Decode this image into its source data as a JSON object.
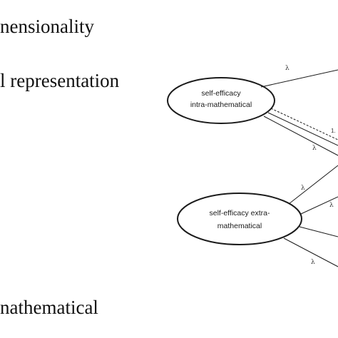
{
  "page_text": {
    "line1": "nensionality",
    "line2": "l representation",
    "line3": "nathematical"
  },
  "diagram": {
    "factor_intra": {
      "line1": "self-efficacy",
      "line2": "intra-mathematical"
    },
    "factor_extra": {
      "line1": "self-efficacy extra-",
      "line2": "mathematical"
    },
    "loading_symbol": "λ",
    "path_label": "1."
  }
}
